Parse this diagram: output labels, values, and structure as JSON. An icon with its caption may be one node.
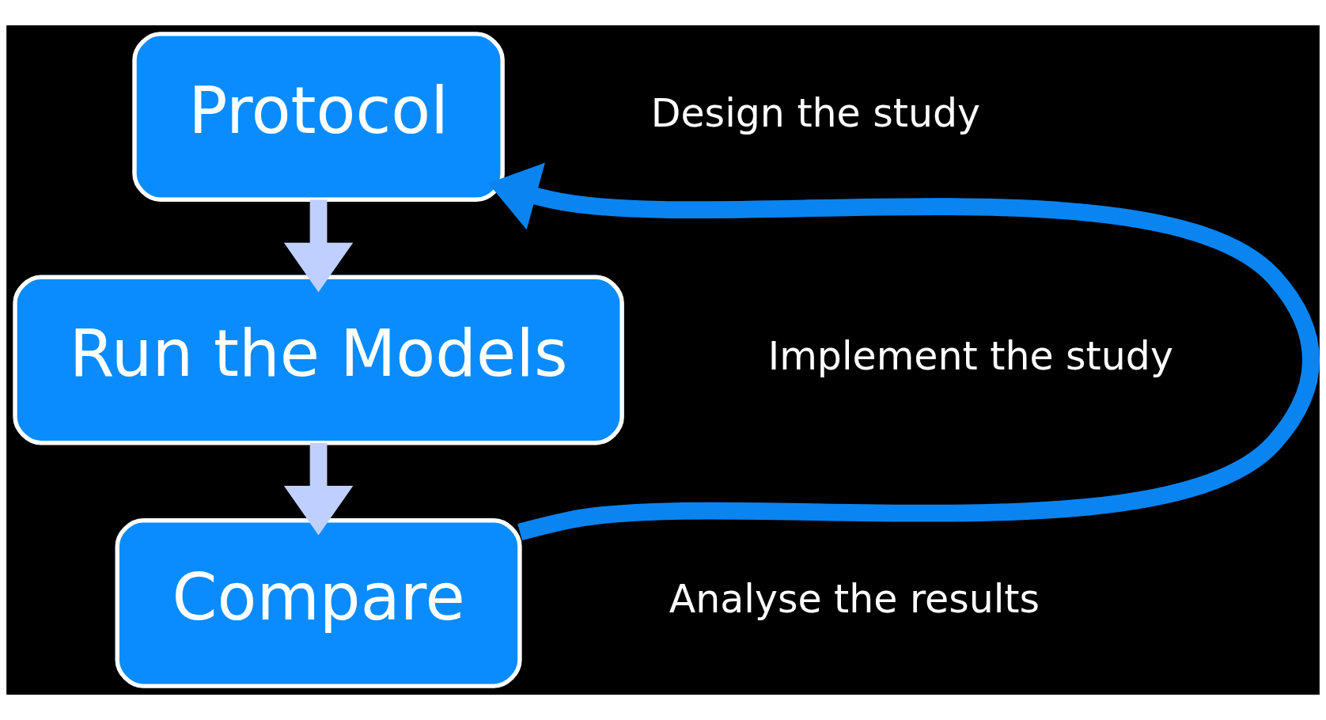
{
  "diagram": {
    "nodes": [
      {
        "text": [
          "Protocol"
        ],
        "beside": [
          "Design the study"
        ]
      },
      {
        "text": [
          "Run the Models"
        ],
        "beside": [
          "Implement the study"
        ]
      },
      {
        "text": [
          "Compare"
        ],
        "beside": [
          "Analyse the results"
        ]
      }
    ],
    "edges": [
      {
        "from": 0,
        "to": 1,
        "arrow": "to"
      },
      {
        "from": 1,
        "to": 2,
        "arrow": "to"
      },
      {
        "from": 2,
        "to": 0,
        "arrow": "to",
        "color": "#0a84f0"
      }
    ]
  }
}
